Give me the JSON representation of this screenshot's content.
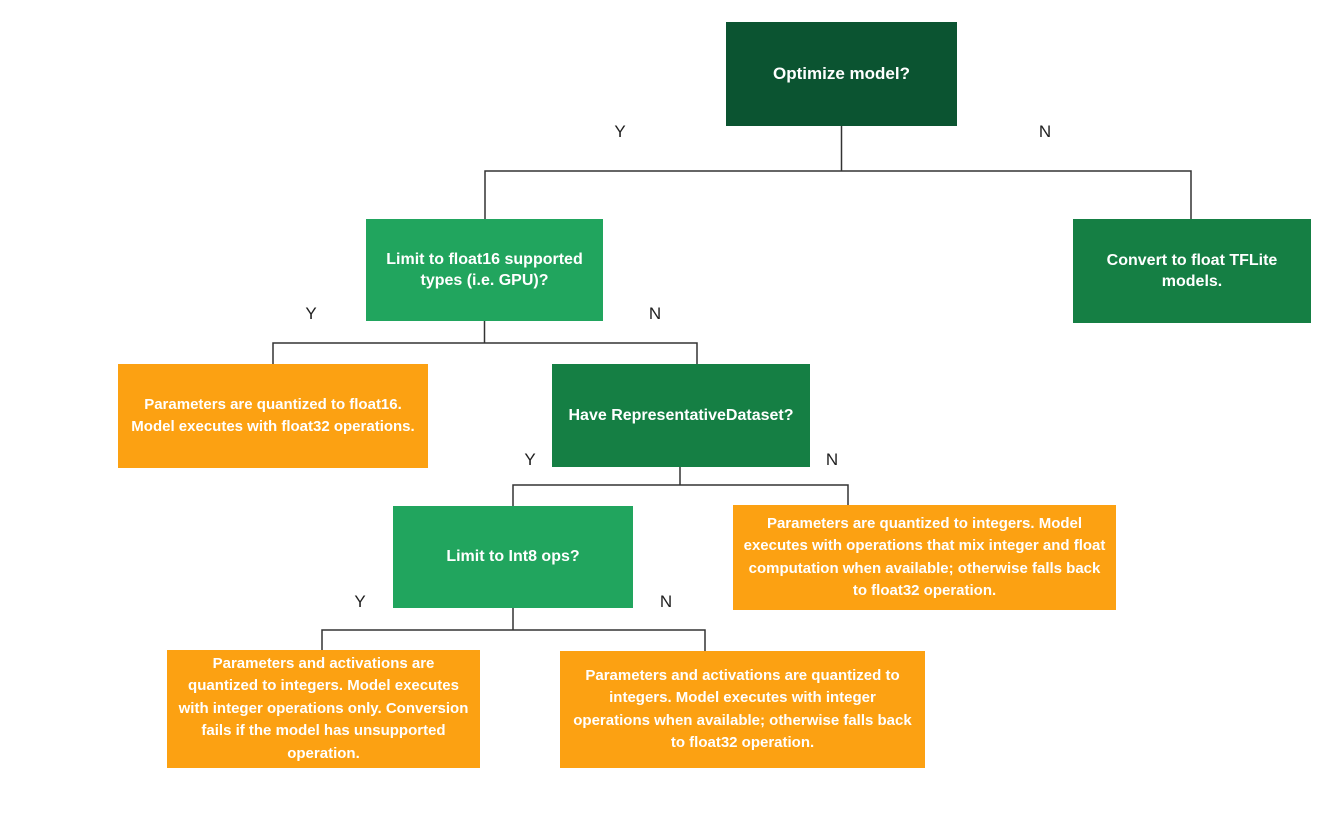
{
  "diagram": {
    "type": "decision-tree",
    "edge_labels": {
      "yes": "Y",
      "no": "N"
    },
    "colors": {
      "node_dark_green": "#0B5431",
      "node_green": "#157F44",
      "node_light_green": "#21A55E",
      "node_orange": "#FCA112",
      "connector": "#333333",
      "edge_label_text": "#212121",
      "node_text": "#FFFFFF",
      "background": "#FFFFFF"
    },
    "nodes": {
      "optimize_model": {
        "text": "Optimize model?",
        "color": "#0B5431"
      },
      "limit_float16": {
        "text": "Limit to float16 supported types (i.e. GPU)?",
        "color": "#21A55E"
      },
      "convert_float": {
        "text": "Convert to float TFLite models.",
        "color": "#157F44"
      },
      "float16_result": {
        "text": "Parameters are quantized to float16. Model executes with float32 operations.",
        "color": "#FCA112"
      },
      "have_representative_dataset": {
        "text": "Have RepresentativeDataset?",
        "color": "#157F44"
      },
      "limit_int8": {
        "text": "Limit to Int8 ops?",
        "color": "#21A55E"
      },
      "integer_mixed_result": {
        "text": "Parameters are quantized to integers. Model executes with operations that mix integer and float computation when available; otherwise falls back to float32 operation.",
        "color": "#FCA112"
      },
      "integer_only_result": {
        "text": "Parameters and activations are quantized to integers. Model executes with integer operations only. Conversion fails if the model has unsupported operation.",
        "color": "#FCA112"
      },
      "integer_fallback_result": {
        "text": "Parameters and activations are quantized to integers. Model executes with integer operations when available; otherwise falls back to float32 operation.",
        "color": "#FCA112"
      }
    }
  }
}
